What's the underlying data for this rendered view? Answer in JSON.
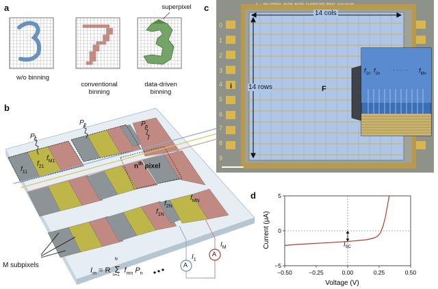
{
  "panels": {
    "a": {
      "letter": "a",
      "captions": [
        "w/o binning",
        "conventional\nbinning",
        "data-driven\nbinning"
      ],
      "superpixel_label": "superpixel"
    },
    "b": {
      "letter": "b",
      "labels": {
        "P1": "P",
        "P1_sub": "1",
        "P2": "P",
        "P2_sub": "2",
        "Pn": "P",
        "Pn_sub": "n",
        "f11": "f",
        "f11_sub": "11",
        "f21": "f",
        "f21_sub": "21",
        "fM1": "f",
        "fM1_sub": "M1",
        "nth": "n",
        "nth_sup": "th",
        "nth_rest": " pixel",
        "f2N": "f",
        "f2N_sub": "2N",
        "fMN": "f",
        "fMN_sub": "MN",
        "f1N": "f",
        "f1N_sub": "1N",
        "Im_label": "I",
        "Im_sub": "M",
        "I1_label": "I",
        "I1_sub": "1",
        "A": "A",
        "m_subpixels": "M subpixels",
        "equation": "I_m = R Σ f_mn P_n",
        "eq_I": "I",
        "eq_m": "m",
        "eq_eq": " = R",
        "eq_sum": "Σ",
        "eq_top": "N",
        "eq_bot": "n=1",
        "eq_f": " f",
        "eq_mn": "mn",
        "eq_P": " P",
        "eq_n": "n"
      }
    },
    "c": {
      "letter": "c",
      "chip_text": "C - MULTIMODAL NAIVE BAYES CLASSIFIER MN187 C14=14=50",
      "cols_label": "14 cols",
      "rows_label": "14 rows",
      "i_label": "i",
      "F_label": "F",
      "inset_left": "f",
      "inset_left_sub": "1n",
      "inset_mid": "f",
      "inset_mid_sub": "2n",
      "inset_dots": "· · · · ·",
      "inset_right": "f",
      "inset_right_sub": "Mn",
      "pad_numbers": [
        "0",
        "1",
        "2",
        "3",
        "4",
        "5",
        "6",
        "7",
        "8",
        "9"
      ]
    },
    "d": {
      "letter": "d",
      "isc_label": "I",
      "isc_sub": "SC"
    }
  },
  "chart_data": {
    "type": "line",
    "title": "",
    "xlabel": "Voltage (V)",
    "ylabel": "Current (μA)",
    "xlim": [
      -0.5,
      0.5
    ],
    "ylim": [
      -5,
      5
    ],
    "xticks": [
      "−0.50",
      "−0.25",
      "0.00",
      "0.25",
      "0.50"
    ],
    "xtick_values": [
      -0.5,
      -0.25,
      0.0,
      0.25,
      0.5
    ],
    "yticks": [
      "−5",
      "0",
      "5"
    ],
    "ytick_values": [
      -5,
      0,
      5
    ],
    "grid": false,
    "series": [
      {
        "color": "#b5382a",
        "x": [
          -0.5,
          -0.4,
          -0.3,
          -0.2,
          -0.1,
          0.0,
          0.05,
          0.1,
          0.15,
          0.2,
          0.22,
          0.24,
          0.26,
          0.28,
          0.3,
          0.32,
          0.33
        ],
        "y": [
          -2.1,
          -1.95,
          -1.85,
          -1.75,
          -1.65,
          -1.52,
          -1.45,
          -1.37,
          -1.27,
          -1.08,
          -0.95,
          -0.72,
          -0.3,
          0.6,
          2.0,
          4.0,
          5.0
        ]
      }
    ],
    "annotation": {
      "x": 0.0,
      "y_from": 0.0,
      "y_to": -1.52
    }
  }
}
